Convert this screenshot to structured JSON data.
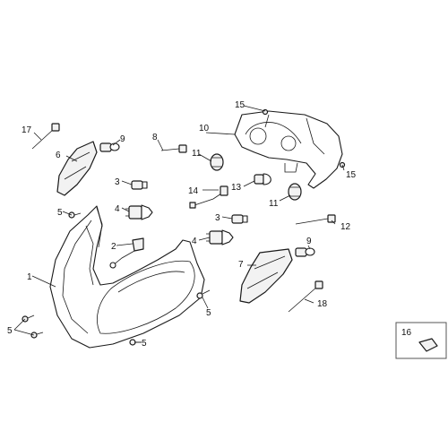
{
  "callouts": {
    "c1": "1",
    "c2": "2",
    "c3a": "3",
    "c3b": "3",
    "c4a": "4",
    "c4b": "4",
    "c5a": "5",
    "c5b": "5",
    "c5c": "5",
    "c5d": "5",
    "c6": "6",
    "c7": "7",
    "c8": "8",
    "c9a": "9",
    "c9b": "9",
    "c10": "10",
    "c11a": "11",
    "c11b": "11",
    "c12": "12",
    "c13": "13",
    "c14": "14",
    "c15a": "15",
    "c15b": "15",
    "c16": "16",
    "c17": "17",
    "c18": "18"
  }
}
